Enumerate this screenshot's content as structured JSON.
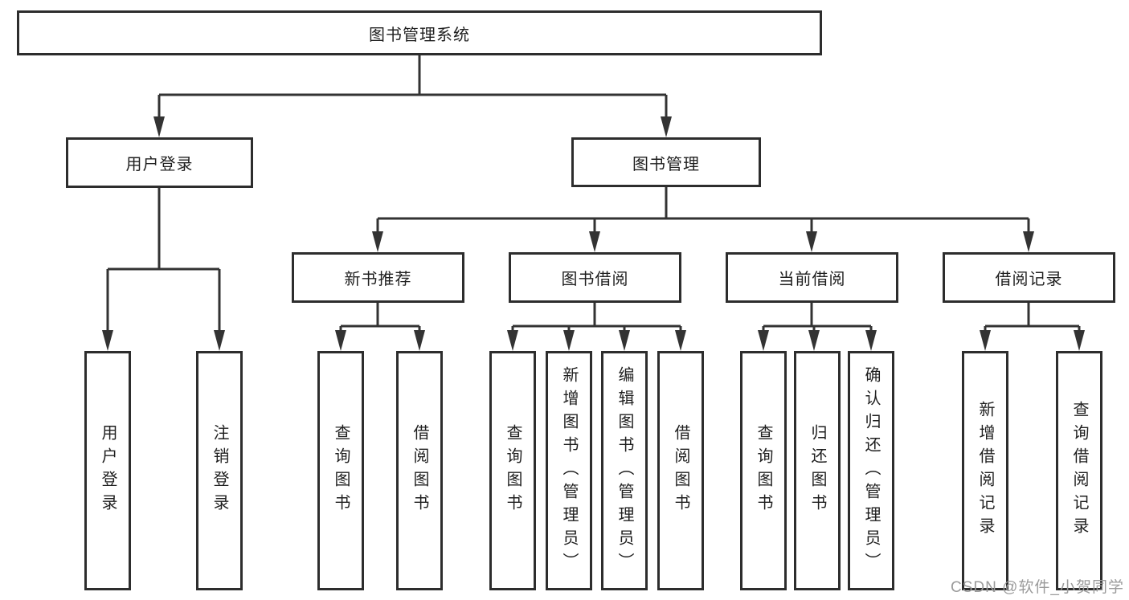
{
  "tree": {
    "root": {
      "label": "图书管理系统"
    },
    "level2": [
      {
        "label": "用户登录"
      },
      {
        "label": "图书管理"
      }
    ],
    "level3": [
      {
        "label": "新书推荐"
      },
      {
        "label": "图书借阅"
      },
      {
        "label": "当前借阅"
      },
      {
        "label": "借阅记录"
      }
    ],
    "leaves": {
      "user_login": [
        {
          "label": "用户登录"
        },
        {
          "label": "注销登录"
        }
      ],
      "new_book": [
        {
          "label": "查询图书"
        },
        {
          "label": "借阅图书"
        }
      ],
      "book_borrow": [
        {
          "label": "查询图书"
        },
        {
          "label": "新增图书（管理员）"
        },
        {
          "label": "编辑图书（管理员）"
        },
        {
          "label": "借阅图书"
        }
      ],
      "current_borrow": [
        {
          "label": "查询图书"
        },
        {
          "label": "归还图书"
        },
        {
          "label": "确认归还（管理员）"
        }
      ],
      "borrow_records": [
        {
          "label": "新增借阅记录"
        },
        {
          "label": "查询借阅记录"
        }
      ]
    }
  },
  "watermark": "CSDN @软件_小贺同学",
  "colors": {
    "line": "#333333",
    "text": "#1f1f1f",
    "watermark": "#9b9b9b",
    "background": "#ffffff"
  }
}
